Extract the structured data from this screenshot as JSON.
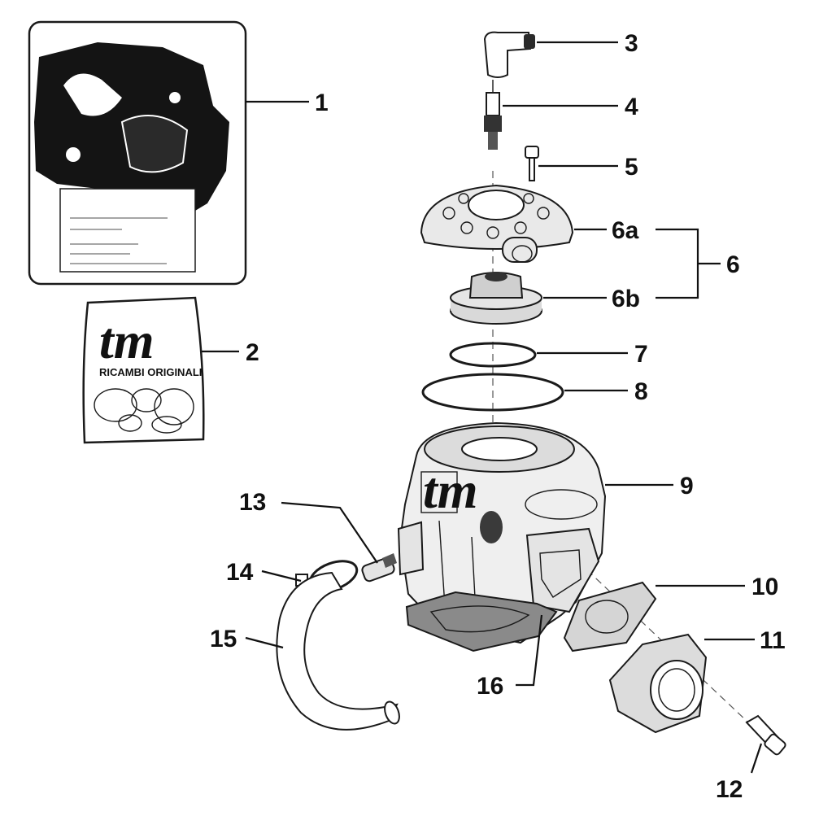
{
  "callouts": {
    "c1": "1",
    "c2": "2",
    "c3": "3",
    "c4": "4",
    "c5": "5",
    "c6": "6",
    "c6a": "6a",
    "c6b": "6b",
    "c7": "7",
    "c8": "8",
    "c9": "9",
    "c10": "10",
    "c11": "11",
    "c12": "12",
    "c13": "13",
    "c14": "14",
    "c15": "15",
    "c16": "16"
  },
  "gasket_bag": {
    "logo": "tm",
    "caption": "RICAMBI ORIGINALI"
  },
  "cylinder_logo": "tm"
}
